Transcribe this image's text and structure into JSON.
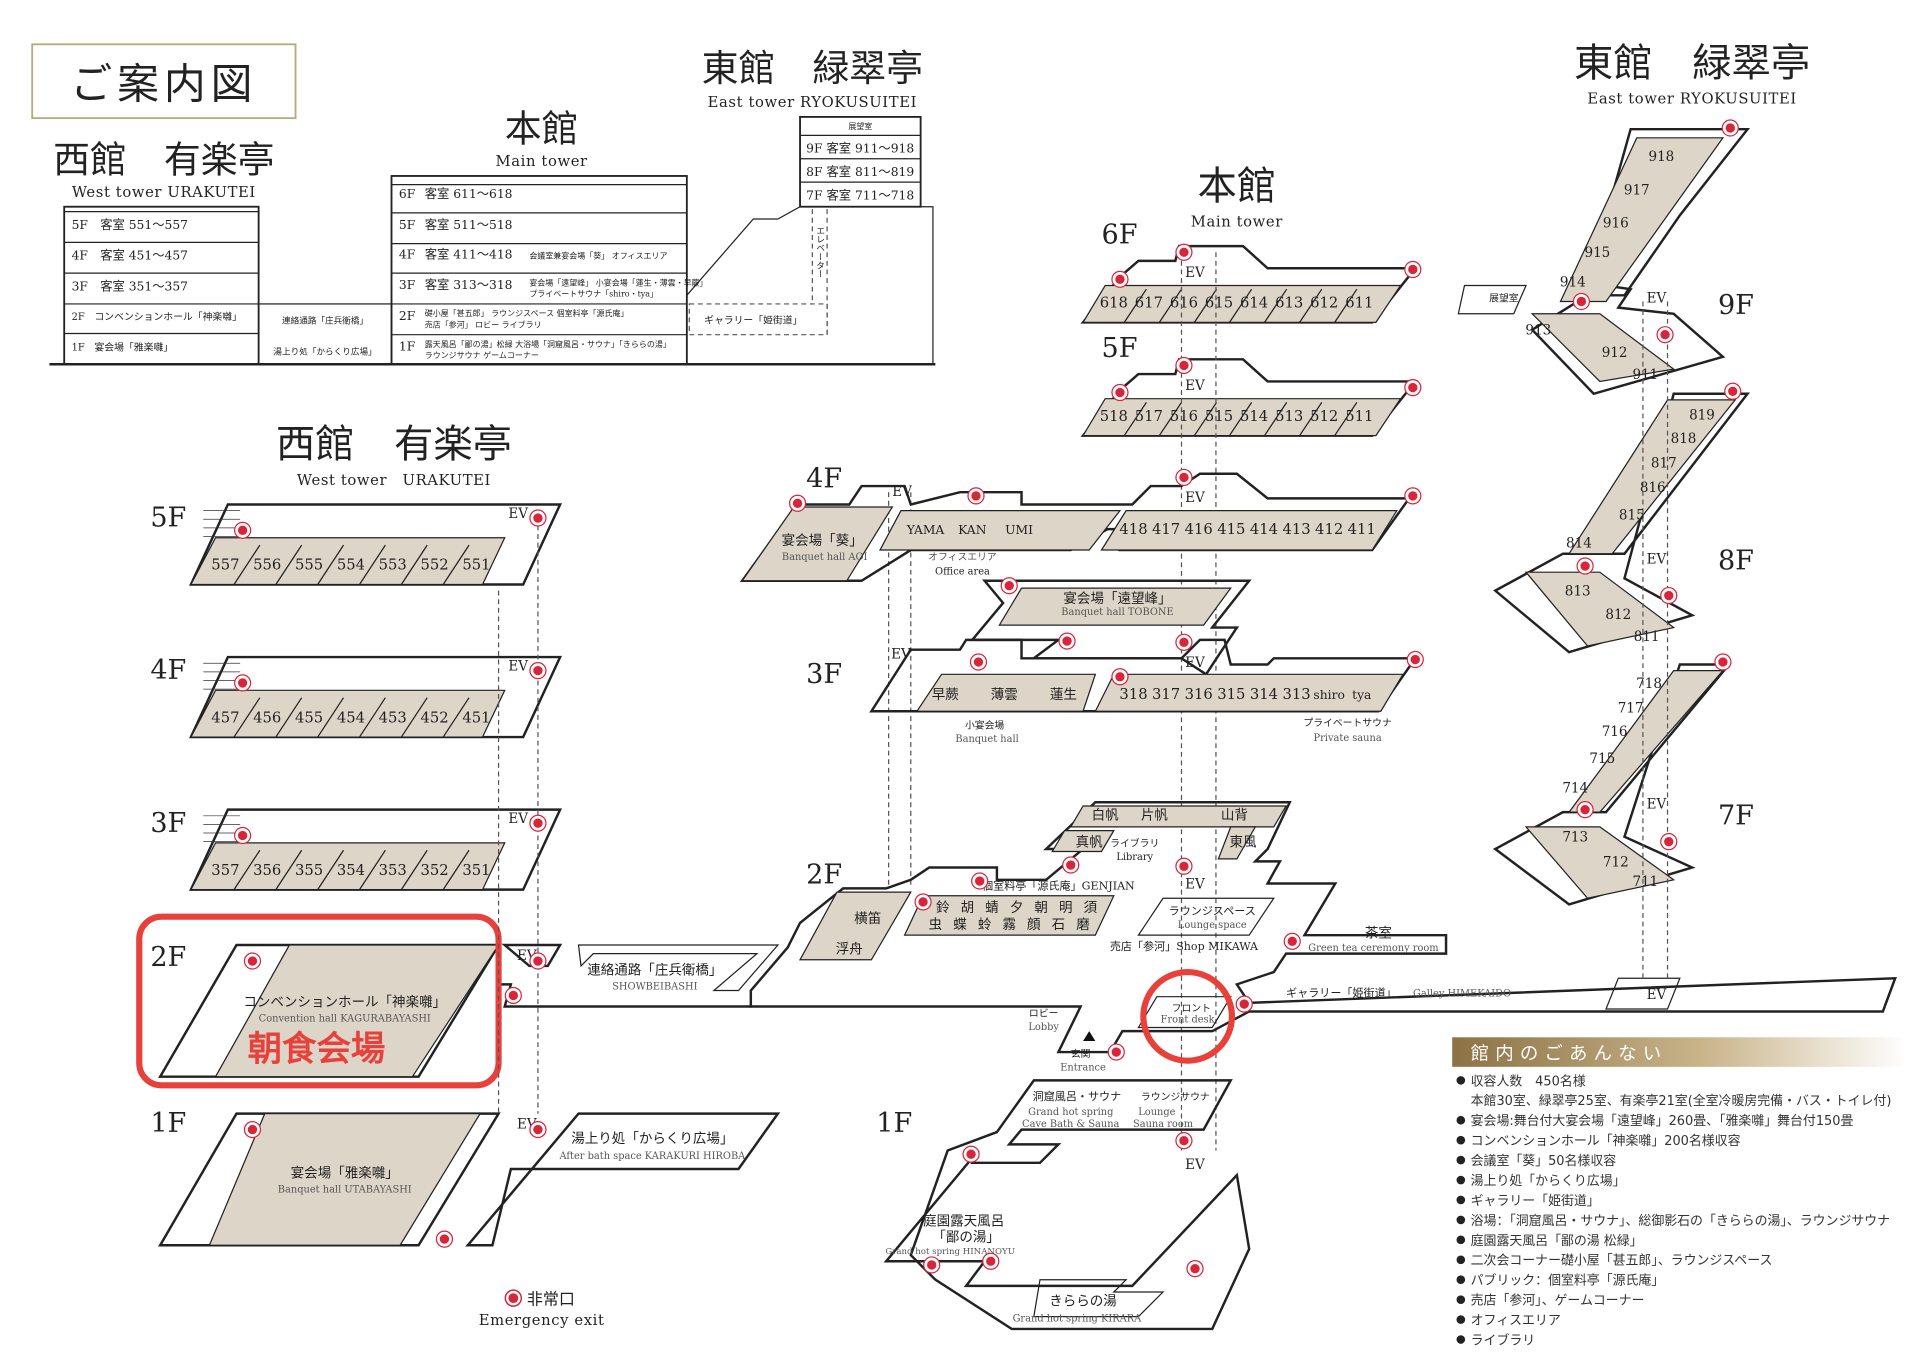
{
  "title": "ご案内図",
  "section": {
    "west": {
      "name": "西館　有楽亭",
      "en": "West tower URAKUTEI",
      "rows": [
        "5F　客室 551〜557",
        "4F　客室 451〜457",
        "3F　客室 351〜357",
        "2F　コンベンションホール「神楽囃」",
        "1F　宴会場「雅楽囃」"
      ]
    },
    "bridge": {
      "rows": [
        "連絡通路「庄兵衛橋」",
        "湯上り処「からくり広場」"
      ]
    },
    "main": {
      "name": "本館",
      "en": "Main tower",
      "rows": [
        {
          "floor": "6F",
          "rooms": "客室 611〜618",
          "note1": "",
          "note2": ""
        },
        {
          "floor": "5F",
          "rooms": "客室 511〜518",
          "note1": "",
          "note2": ""
        },
        {
          "floor": "4F",
          "rooms": "客室 411〜418",
          "note1": "会議室兼宴会場「葵」 オフィスエリア",
          "note2": ""
        },
        {
          "floor": "3F",
          "rooms": "客室 313〜318",
          "note1": "宴会場「遠望峰」 小宴会場「蓮生・薄雲・早蕨」",
          "note2": "プライベートサウナ「shiro・tya」"
        },
        {
          "floor": "2F",
          "rooms": "",
          "note1": "礎小屋「甚五郎」 ラウンジスペース 個室料亭「源氏庵」",
          "note2": "売店「参河」 ロビー ライブラリ"
        },
        {
          "floor": "1F",
          "rooms": "",
          "note1": "露天風呂「鄙の湯」松緑 大浴場「洞窟風呂・サウナ」「きららの湯」",
          "note2": "ラウンジサウナ ゲームコーナー"
        }
      ]
    },
    "east": {
      "name": "東館　緑翠亭",
      "en": "East tower RYOKUSUITEI",
      "top": "展望室",
      "rows": [
        "9F 客室 911〜918",
        "8F 客室 811〜819",
        "7F 客室 711〜718"
      ],
      "elevator": "エレベーター",
      "gallery": "ギャラリー「姫街道」"
    }
  },
  "west_tower": {
    "name": "西館　有楽亭",
    "en": "West tower　URAKUTEI",
    "floors": {
      "f5": {
        "label": "5F",
        "rooms": [
          "557",
          "556",
          "555",
          "554",
          "553",
          "552",
          "551"
        ]
      },
      "f4": {
        "label": "4F",
        "rooms": [
          "457",
          "456",
          "455",
          "454",
          "453",
          "452",
          "451"
        ]
      },
      "f3": {
        "label": "3F",
        "rooms": [
          "357",
          "356",
          "355",
          "354",
          "353",
          "352",
          "351"
        ]
      },
      "f2": {
        "label": "2F",
        "hall": "コンベンションホール「神楽囃」",
        "hall_en": "Convention hall KAGURABAYASHI",
        "highlight": "朝食会場"
      },
      "f1": {
        "label": "1F",
        "hall": "宴会場「雅楽囃」",
        "hall_en": "Banquet hall UTABAYASHI"
      }
    },
    "ev": "EV"
  },
  "connectors": {
    "bridge": "連絡通路「庄兵衛橋」",
    "bridge_en": "SHOWBEIBASHI",
    "afterbath": "湯上り処「からくり広場」",
    "afterbath_en": "After bath space KARAKURI HIROBA"
  },
  "main_tower": {
    "name": "本館",
    "en": "Main tower",
    "f6": {
      "label": "6F",
      "rooms": [
        "618",
        "617",
        "616",
        "615",
        "614",
        "613",
        "612",
        "611"
      ]
    },
    "f5": {
      "label": "5F",
      "rooms": [
        "518",
        "517",
        "516",
        "515",
        "514",
        "513",
        "512",
        "511"
      ]
    },
    "f4": {
      "label": "4F",
      "rooms": [
        "418",
        "417",
        "416",
        "415",
        "414",
        "413",
        "412",
        "411"
      ],
      "aoi": "宴会場「葵」",
      "aoi_en": "Banquet hall AOI",
      "offices": [
        "YAMA",
        "KAN",
        "UMI"
      ],
      "office": "オフィスエリア",
      "office_en": "Office area",
      "tobone": "宴会場「遠望峰」",
      "tobone_en": "Banquet hall TOBONE"
    },
    "f3": {
      "label": "3F",
      "rooms": [
        "318",
        "317",
        "316",
        "315",
        "314",
        "313",
        "shiro",
        "tya"
      ],
      "small_halls": [
        "早蕨",
        "薄雲",
        "蓮生"
      ],
      "small": "小宴会場",
      "small_en": "Banquet hall",
      "sauna": "プライベートサウナ",
      "sauna_en": "Private sauna"
    },
    "f2": {
      "label": "2F",
      "yokobue": "横笛",
      "ukifune": "浮舟",
      "top_rooms": [
        "鈴",
        "胡",
        "蜻",
        "夕",
        "朝",
        "明",
        "須"
      ],
      "bottom_rooms": [
        "虫",
        "蝶",
        "蛉",
        "霧",
        "顔",
        "石",
        "磨"
      ],
      "genjian": "個室料亭「源氏庵」GENJIAN",
      "lib_rooms": [
        "白帆",
        "片帆",
        "山背",
        "真帆",
        "東風"
      ],
      "library": "ライブラリ",
      "library_en": "Library",
      "lounge": "ラウンジスペース",
      "lounge_en": "Lounge space",
      "shop": "売店「参河」Shop MIKAWA",
      "tea": "茶室",
      "tea_en": "Green tea ceremony room",
      "gallery": "ギャラリー「姫街道」",
      "gallery_en": "Galley HIMEKAIDO",
      "lobby": "ロビー",
      "lobby_en": "Lobby",
      "entrance": "玄関",
      "entrance_en": "Entrance",
      "front": "フロント",
      "front_en": "Front desk"
    },
    "f1": {
      "label": "1F",
      "cave": "洞窟風呂・サウナ",
      "cave_en1": "Grand hot spring",
      "cave_en2": "Cave Bath & Sauna",
      "lsauna": "ラウンジサウナ",
      "lsauna_en1": "Lounge",
      "lsauna_en2": "Sauna room",
      "hina1": "庭園露天風呂",
      "hina2": "「鄙の湯」",
      "hina_en": "Grand hot spring HINANOYU",
      "kirara": "きららの湯",
      "kirara_en": "Grand hot spring KIRARA"
    },
    "ev": "EV"
  },
  "east_tower": {
    "name": "東館　緑翠亭",
    "en": "East tower RYOKUSUITEI",
    "observatory": "展望室",
    "f9": {
      "label": "9F",
      "rooms": [
        "918",
        "917",
        "916",
        "915",
        "914",
        "913",
        "912",
        "911"
      ]
    },
    "f8": {
      "label": "8F",
      "rooms": [
        "819",
        "818",
        "817",
        "816",
        "815",
        "814",
        "813",
        "812",
        "811"
      ]
    },
    "f7": {
      "label": "7F",
      "rooms": [
        "718",
        "717",
        "716",
        "715",
        "714",
        "713",
        "712",
        "711"
      ]
    },
    "ev": "EV"
  },
  "emergency": {
    "label": "非常口",
    "en": "Emergency exit"
  },
  "guide": {
    "title": "館内のごあんない",
    "items": [
      "収容人数　450名様",
      "本館30室、緑翠亭25室、有楽亭21室(全室冷暖房完備・バス・トイレ付)",
      "宴会場:舞台付大宴会場「遠望峰」260畳、「雅楽囃」舞台付150畳",
      "コンベンションホール「神楽囃」200名様収容",
      "会議室「葵」50名様収容",
      "湯上り処「からくり広場」",
      "ギャラリー「姫街道」",
      "浴場：「洞窟風呂・サウナ」、総御影石の「きららの湯」、ラウンジサウナ",
      "庭園露天風呂「鄙の湯 松緑」",
      "二次会コーナー礎小屋「甚五郎」、ラウンジスペース",
      "パブリック：個室料亭「源氏庵」",
      "売店「参河」、ゲームコーナー",
      "オフィスエリア",
      "ライブラリ"
    ]
  },
  "colors": {
    "room_fill": "#ddd5c8",
    "exit_red": "#d9253a",
    "highlight_red": "#e8403a",
    "guide_bar": "#8c7245"
  }
}
